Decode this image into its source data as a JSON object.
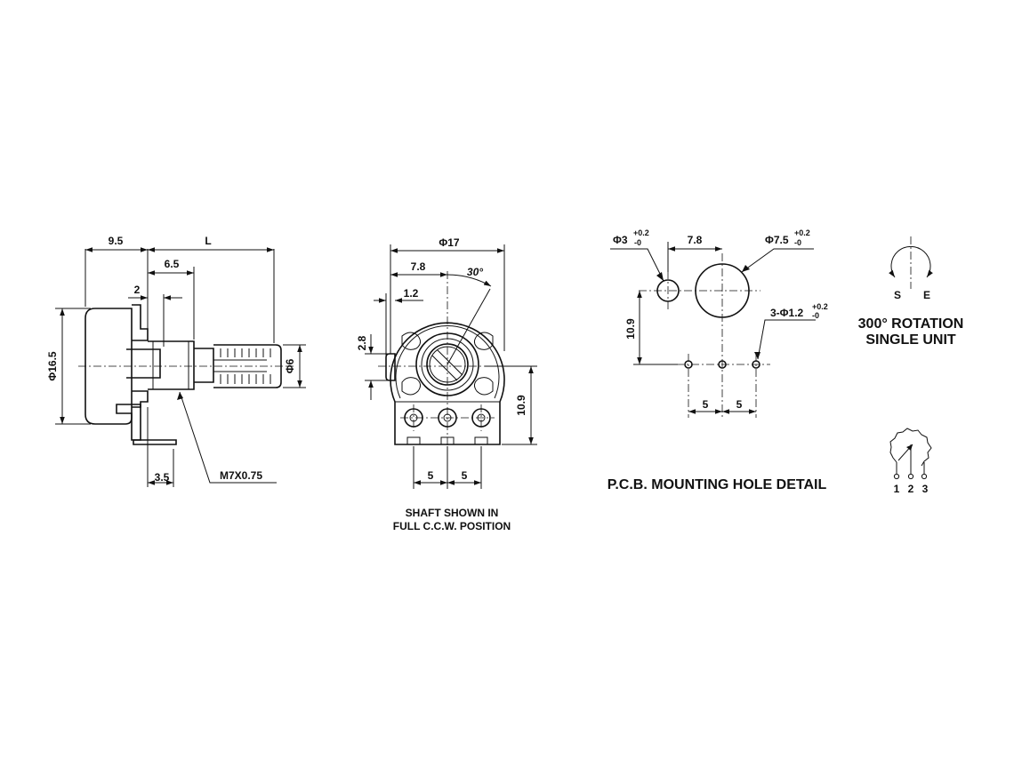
{
  "side_view": {
    "dim_9_5": "9.5",
    "dim_L": "L",
    "dim_6_5": "6.5",
    "dim_2": "2",
    "dim_dia_16_5": "Φ16.5",
    "dim_dia_6": "Φ6",
    "dim_3_5": "3.5",
    "thread": "M7X0.75"
  },
  "front_view": {
    "dim_dia_17": "Φ17",
    "dim_7_8": "7.8",
    "dim_30deg": "30°",
    "dim_1_2": "1.2",
    "dim_2_8": "2.8",
    "dim_10_9": "10.9",
    "dim_5_left": "5",
    "dim_5_right": "5",
    "caption_line1": "SHAFT SHOWN IN",
    "caption_line2": "FULL C.C.W. POSITION"
  },
  "pcb_view": {
    "dim_dia_3": "Φ3",
    "tol_plus_a": "+0.2",
    "tol_minus_a": "-0",
    "dim_7_8": "7.8",
    "dim_dia_7_5": "Φ7.5",
    "tol_plus_b": "+0.2",
    "tol_minus_b": "-0",
    "dim_10_9": "10.9",
    "dim_3_dia_1_2": "3-Φ1.2",
    "tol_plus_c": "+0.2",
    "tol_minus_c": "-0",
    "dim_5_left": "5",
    "dim_5_right": "5",
    "caption": "P.C.B. MOUNTING HOLE DETAIL"
  },
  "rotation": {
    "label_s": "S",
    "label_e": "E",
    "caption_line1": "300° ROTATION",
    "caption_line2": "SINGLE UNIT"
  },
  "schematic": {
    "pin1": "1",
    "pin2": "2",
    "pin3": "3"
  }
}
